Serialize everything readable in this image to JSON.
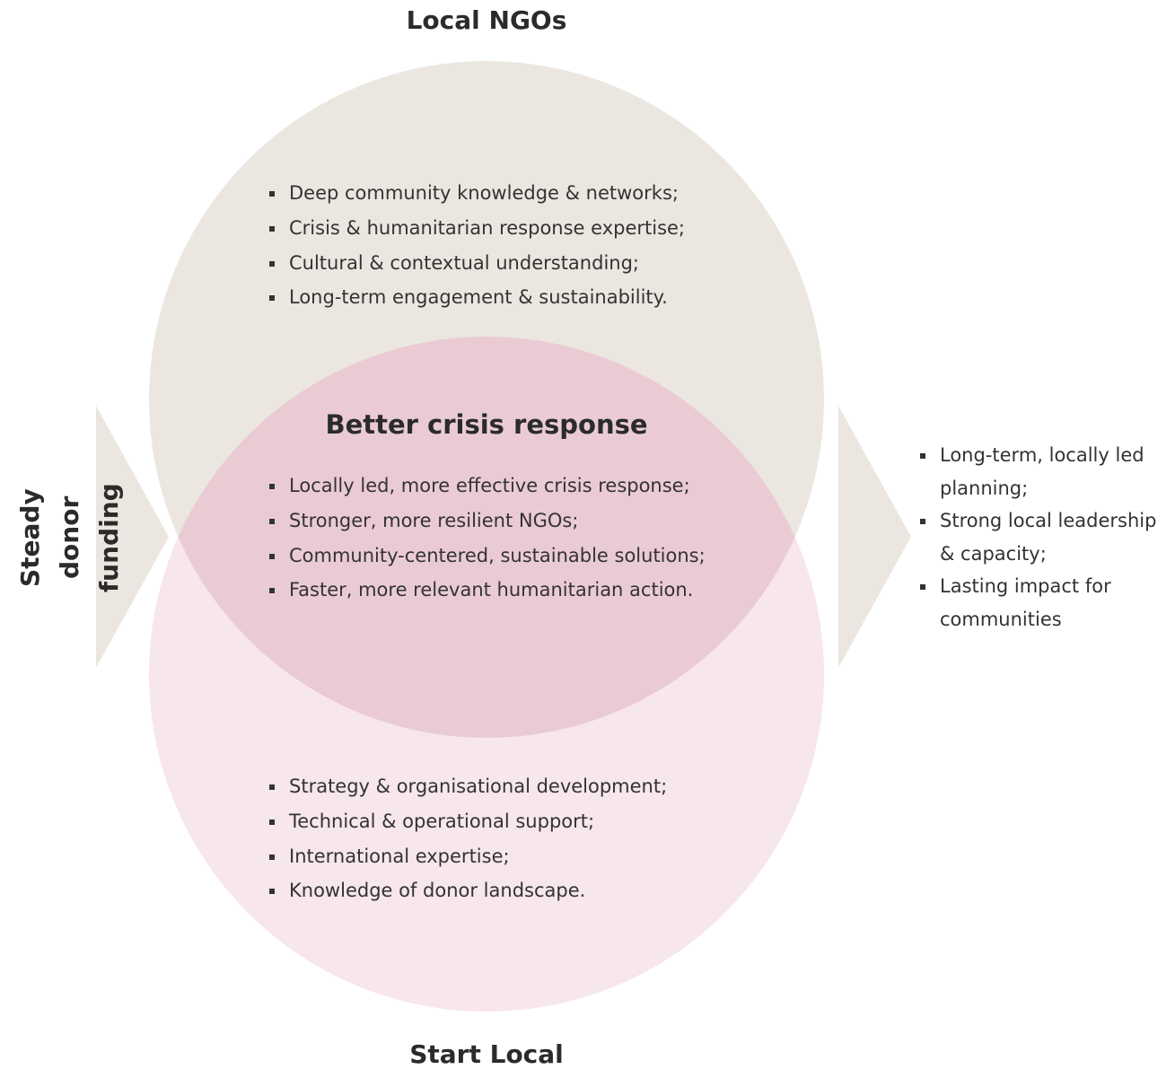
{
  "title": "Better crisis response",
  "circles": {
    "top": {
      "label": "Local NGOs",
      "items": [
        "Deep community knowledge & networks;",
        "Crisis & humanitarian response expertise;",
        "Cultural & contextual understanding;",
        "Long-term engagement & sustainability."
      ]
    },
    "bottom": {
      "label": "Start Local",
      "items": [
        "Strategy & organisational development;",
        "Technical & operational support;",
        "International expertise;",
        "Knowledge of donor landscape."
      ]
    },
    "overlap": {
      "items": [
        "Locally led, more effective crisis response;",
        "Stronger, more resilient NGOs;",
        "Community-centered, sustainable solutions;",
        "Faster, more relevant humanitarian action."
      ]
    }
  },
  "input": {
    "label": "Steady donor funding"
  },
  "outcomes": {
    "items": [
      "Long-term, locally led planning;",
      "Strong local leadership & capacity;",
      "Lasting impact for communities"
    ]
  },
  "colors": {
    "top_circle": "#ebe7e0",
    "bottom_circle": "#f7e6eb",
    "overlap": "#eacbd4",
    "arrow": "#ebe7e0",
    "text": "#2f2f2f"
  }
}
